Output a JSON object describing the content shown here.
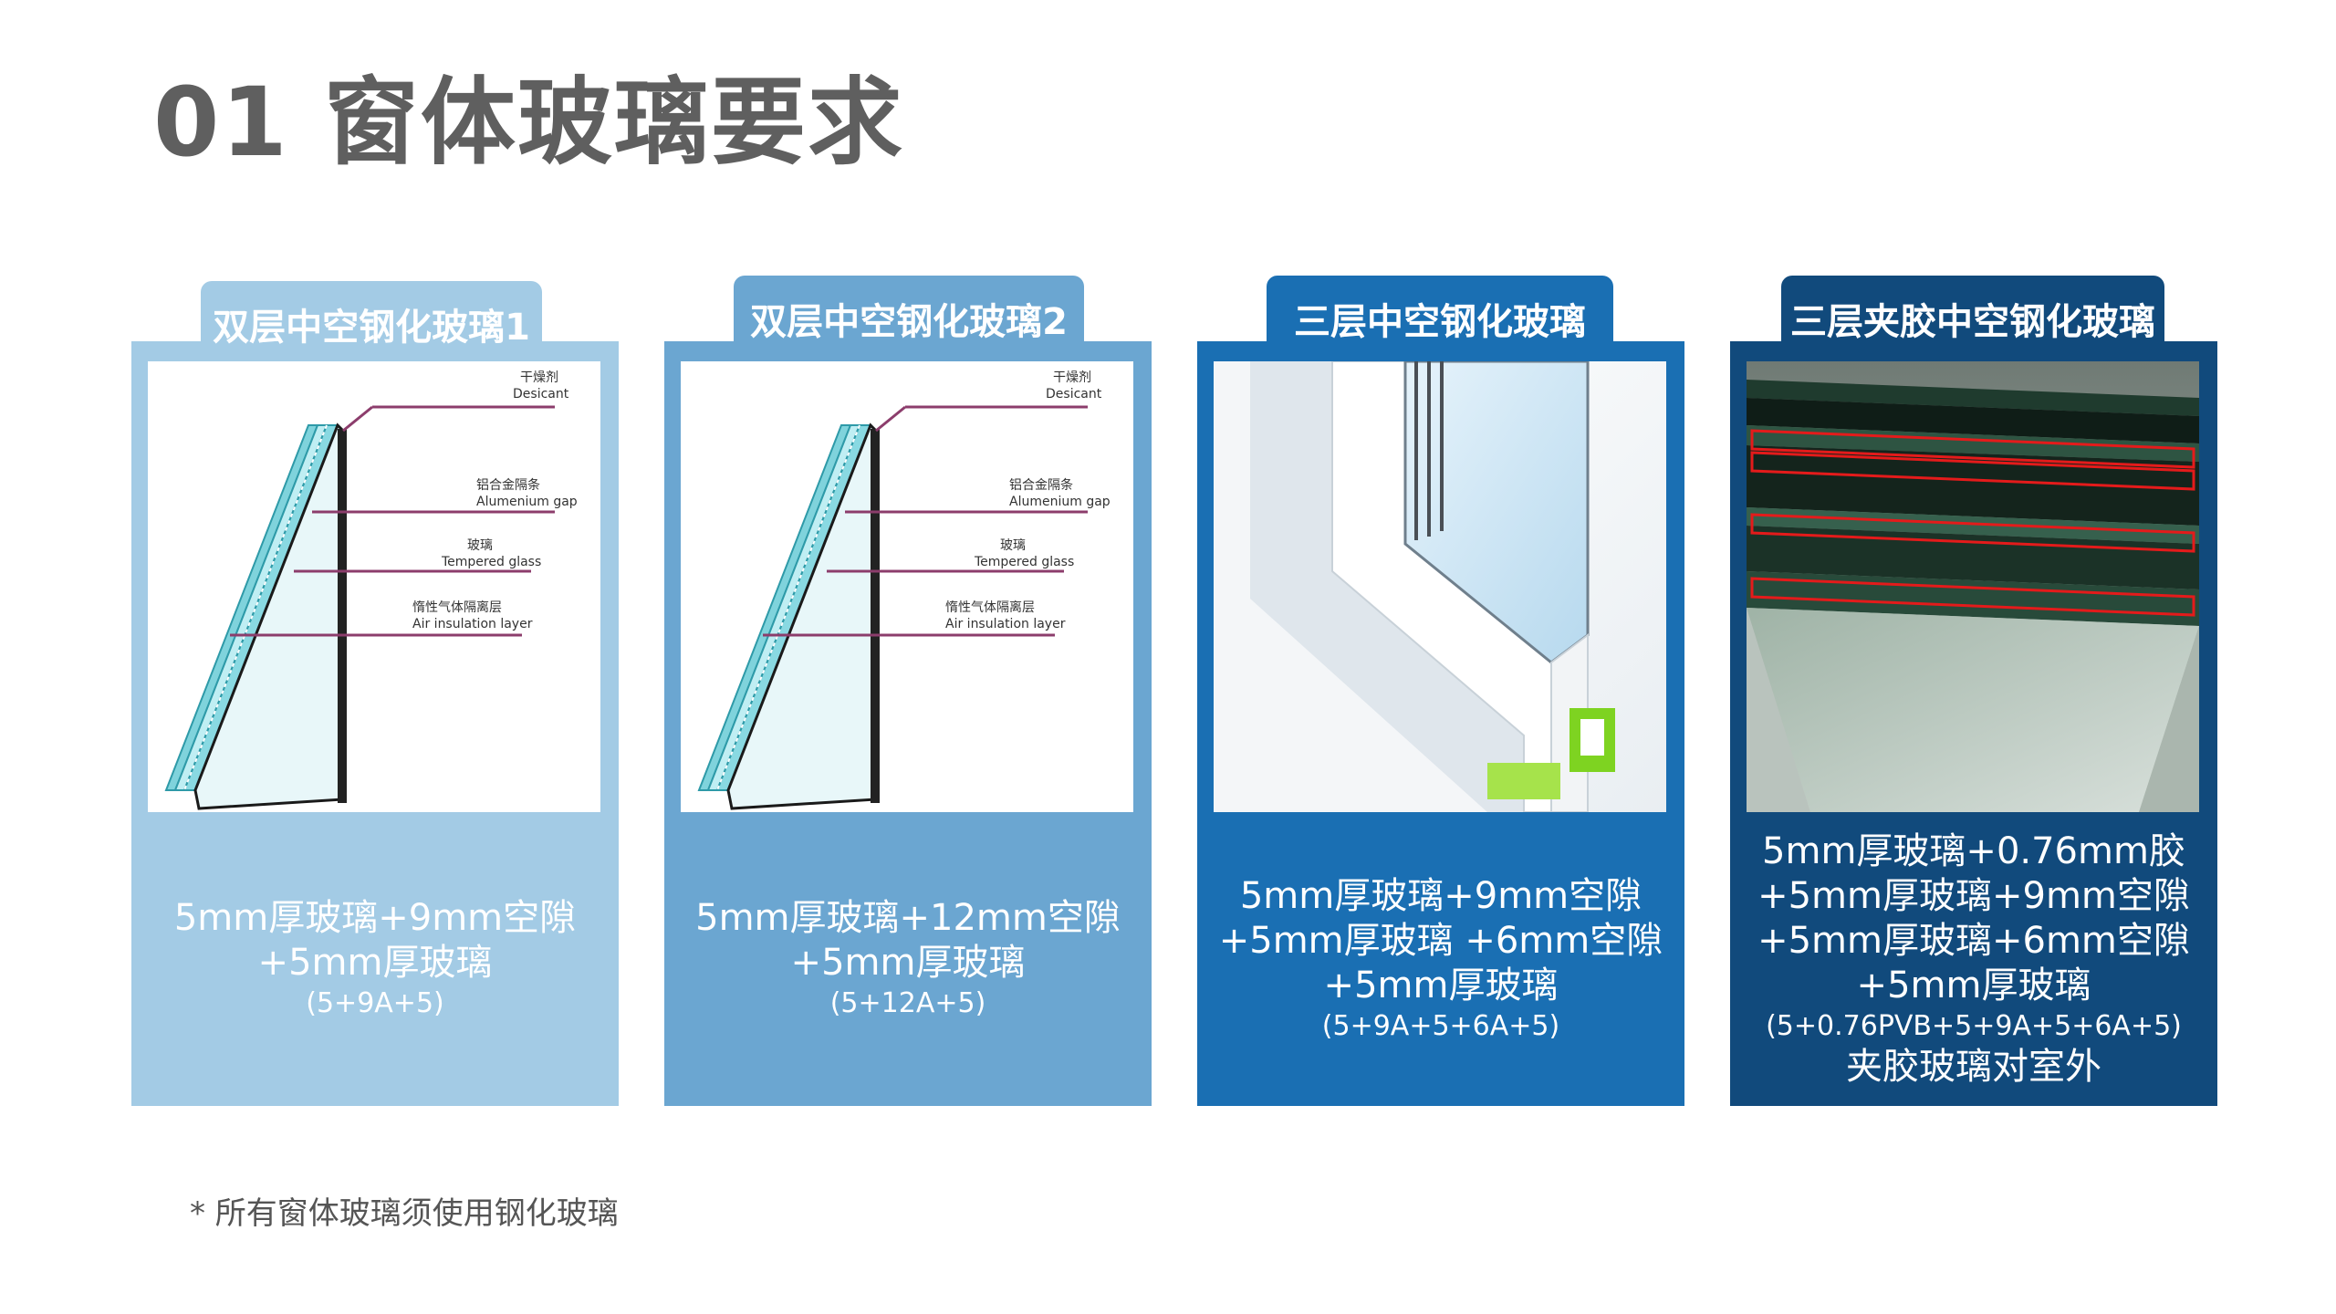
{
  "page": {
    "title": "01 窗体玻璃要求",
    "footnote": "* 所有窗体玻璃须使用钢化玻璃"
  },
  "colors": {
    "card1": "#a3cbe5",
    "card2": "#6ba6d1",
    "card3": "#1a6fb3",
    "card4": "#114a7c",
    "tab1": "#a3cbe5",
    "tab2": "#6ba6d1",
    "tab3": "#1a6fb3",
    "tab4": "#114a7c"
  },
  "diagram_labels": {
    "desiccant_cn": "干燥剂",
    "desiccant_en": "Desicant",
    "spacer_cn": "铝合金隔条",
    "spacer_en": "Alumenium gap",
    "glass_cn": "玻璃",
    "glass_en": "Tempered glass",
    "air_cn": "惰性气体隔离层",
    "air_en": "Air insulation layer"
  },
  "cards": [
    {
      "title": "双层中空钢化玻璃1",
      "lines": [
        "5mm厚玻璃+9mm空隙",
        "+5mm厚玻璃"
      ],
      "spec": "(5+9A+5)"
    },
    {
      "title": "双层中空钢化玻璃2",
      "lines": [
        "5mm厚玻璃+12mm空隙",
        "+5mm厚玻璃"
      ],
      "spec": "(5+12A+5)"
    },
    {
      "title": "三层中空钢化玻璃",
      "lines": [
        "5mm厚玻璃+9mm空隙",
        "+5mm厚玻璃 +6mm空隙",
        "+5mm厚玻璃"
      ],
      "spec": "(5+9A+5+6A+5)"
    },
    {
      "title": "三层夹胶中空钢化玻璃",
      "lines": [
        "5mm厚玻璃+0.76mm胶",
        "+5mm厚玻璃+9mm空隙",
        "+5mm厚玻璃+6mm空隙",
        "+5mm厚玻璃"
      ],
      "spec": "(5+0.76PVB+5+9A+5+6A+5)",
      "note": "夹胶玻璃对室外"
    }
  ]
}
